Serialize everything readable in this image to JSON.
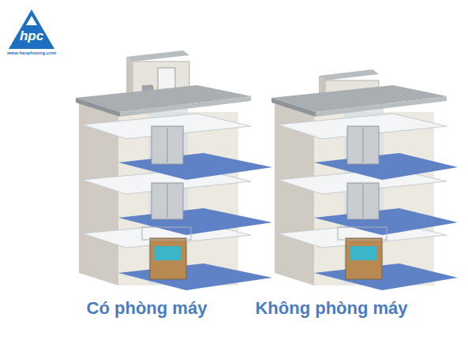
{
  "diagram": {
    "labels": [
      "hpc",
      "www.haophuong.com",
      "Có phòng máy",
      "Không phòng máy"
    ]
  }
}
